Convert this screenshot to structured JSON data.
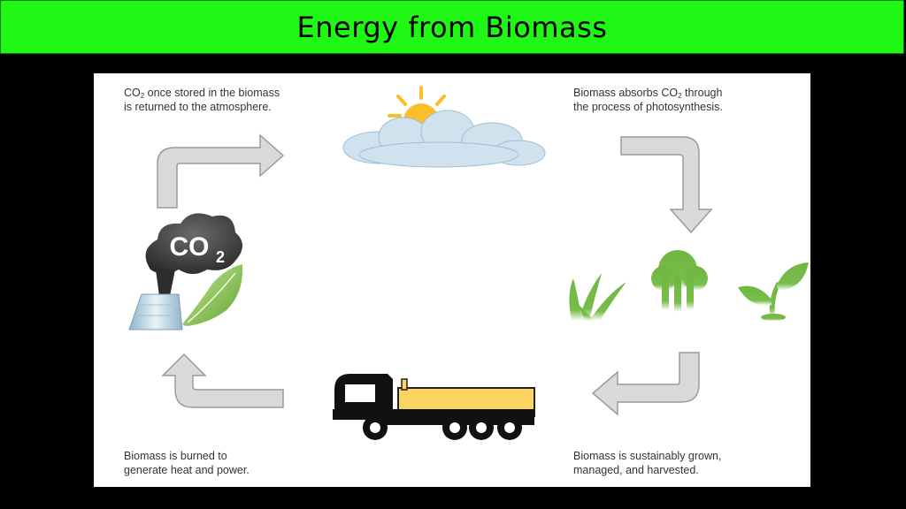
{
  "title": "Energy from Biomass",
  "captions": {
    "top_left_1": "CO",
    "top_left_sub": "2",
    "top_left_2": " once stored in the biomass",
    "top_left_line2": "is returned to the atmosphere.",
    "top_right_1": "Biomass absorbs CO",
    "top_right_sub": "2",
    "top_right_2": " through",
    "top_right_line2": "the process of photosynthesis.",
    "bottom_right_line1": "Biomass is sustainably grown,",
    "bottom_right_line2": "managed,  and harvested.",
    "bottom_left_line1": "Biomass is burned to",
    "bottom_left_line2": "generate heat and power."
  },
  "co2_label": "CO",
  "co2_sub": "2",
  "colors": {
    "title_bg": "#1ff714",
    "arrow_fill": "#d9d9d9",
    "arrow_stroke": "#9a9a9a",
    "plant_green": "#6fb640",
    "truck_yellow": "#fcd462",
    "sun": "#fbbf2c",
    "cloud": "#cfe2ee"
  }
}
